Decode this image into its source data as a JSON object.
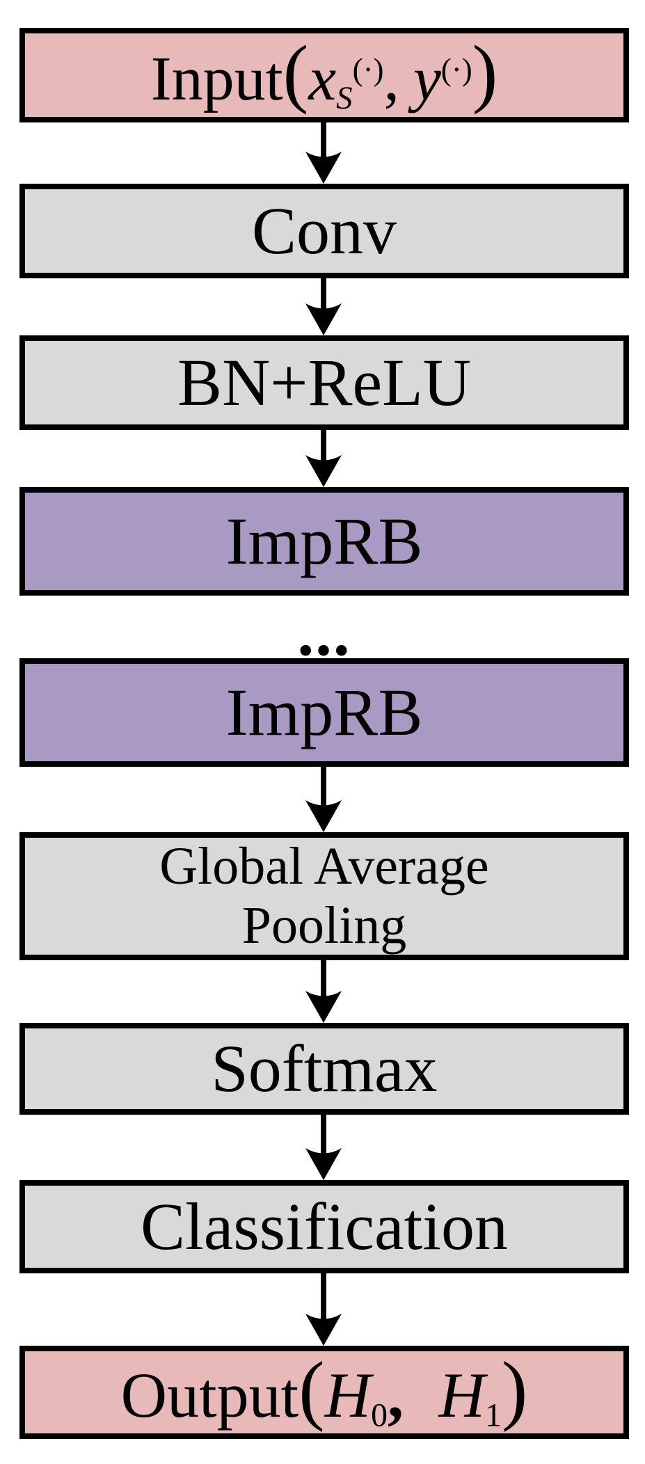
{
  "diagram_type": "flowchart",
  "direction": "top-to-bottom",
  "colors": {
    "io_fill": "#e7b9b8",
    "process_fill": "#d9d9d9",
    "imprb_fill": "#a89ac2",
    "border": "#000000",
    "arrow": "#000000",
    "text": "#000000",
    "background": "#ffffff"
  },
  "nodes": {
    "input": {
      "word": "Input",
      "open": "(",
      "x": "x",
      "x_sub": "S",
      "x_sup": "(·)",
      "comma": ",",
      "y": "y",
      "y_sup": "(·)",
      "close": ")"
    },
    "conv": {
      "label": "Conv"
    },
    "bn_relu": {
      "label": "BN+ReLU"
    },
    "imprb_top": {
      "label": "ImpRB"
    },
    "ellipsis": {
      "label": "..."
    },
    "imprb_bottom": {
      "label": "ImpRB"
    },
    "global_average_pooling": {
      "line1": "Global Average",
      "line2": "Pooling"
    },
    "softmax": {
      "label": "Softmax"
    },
    "classification": {
      "label": "Classification"
    },
    "output": {
      "word": "Output",
      "open": "(",
      "h0": "H",
      "h0_sub": "0",
      "comma": ",",
      "h1": "H",
      "h1_sub": "1",
      "close": ")"
    }
  },
  "edges": [
    {
      "from": "input",
      "to": "conv"
    },
    {
      "from": "conv",
      "to": "bn_relu"
    },
    {
      "from": "bn_relu",
      "to": "imprb_top"
    },
    {
      "from": "imprb_bottom",
      "to": "global_average_pooling"
    },
    {
      "from": "global_average_pooling",
      "to": "softmax"
    },
    {
      "from": "softmax",
      "to": "classification"
    },
    {
      "from": "classification",
      "to": "output"
    }
  ]
}
